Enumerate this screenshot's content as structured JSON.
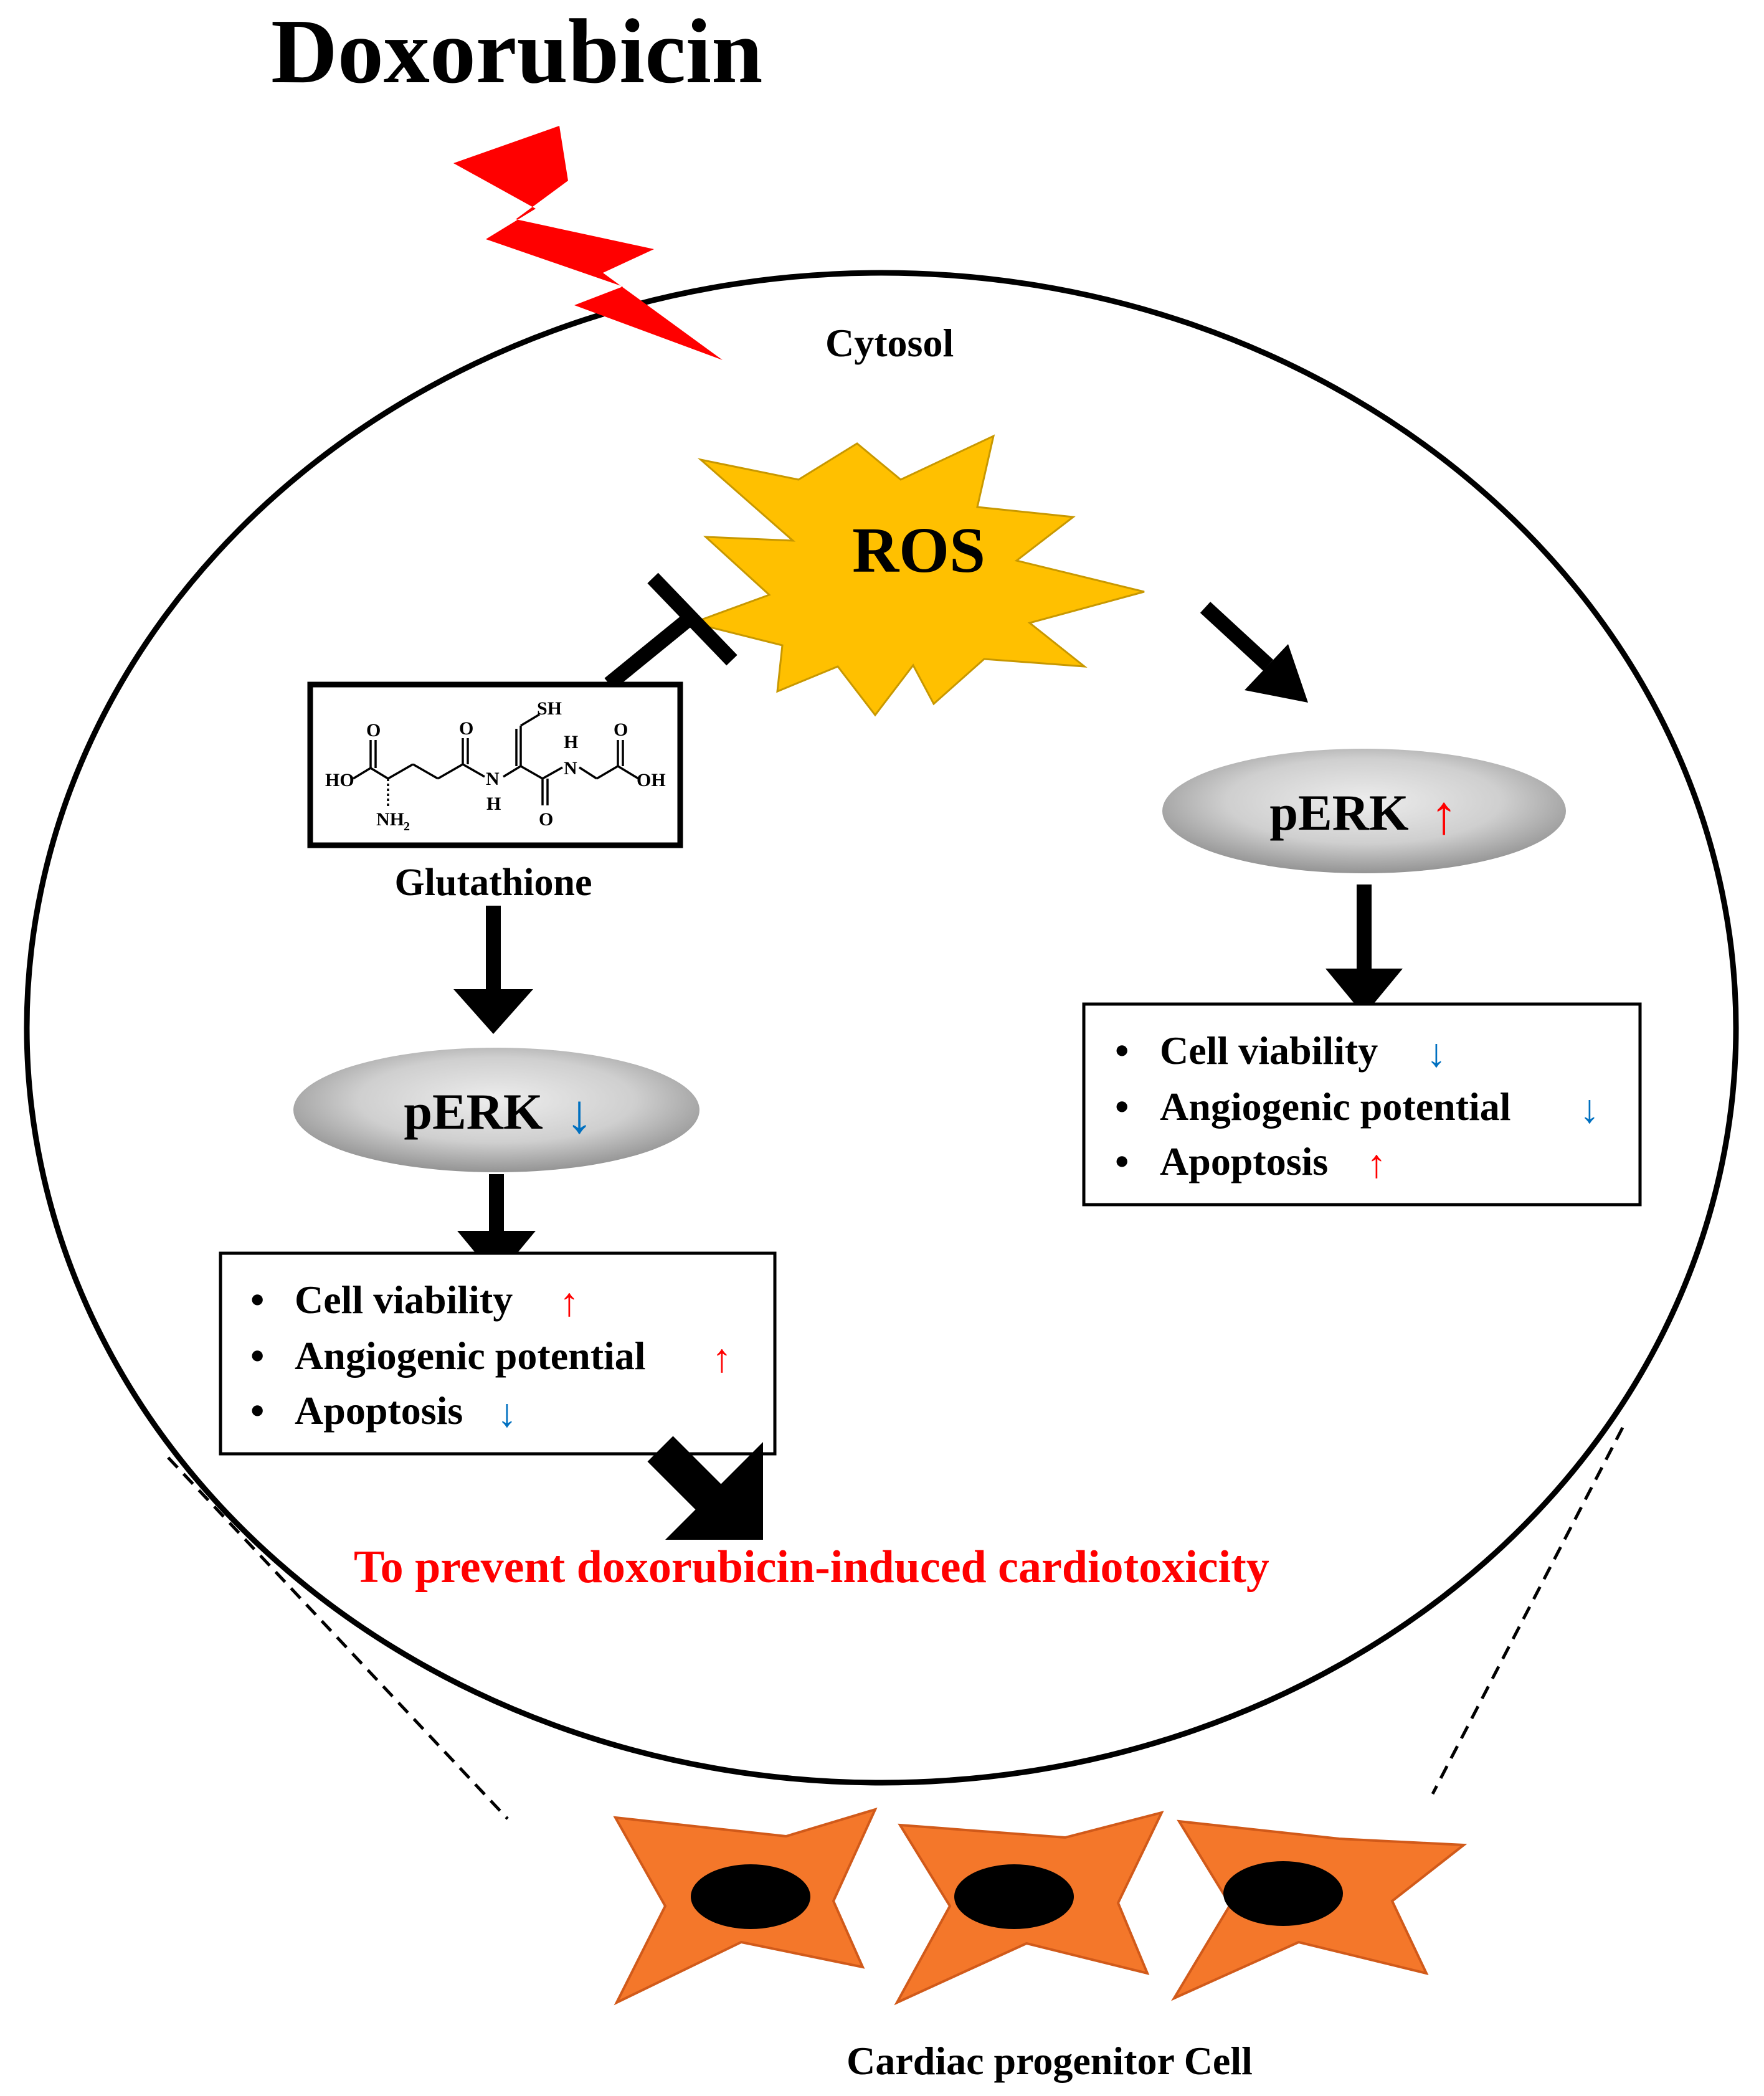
{
  "title": "Doxorubicin",
  "compartment_label": "Cytosol",
  "ros_label": "ROS",
  "glutathione": {
    "label": "Glutathione",
    "structure_atoms": {
      "sh": "SH",
      "ho": "HO",
      "oh": "OH",
      "nh2": "NH",
      "nh2_sub": "2",
      "n": "N",
      "h": "H",
      "o": "O"
    }
  },
  "left_pathway": {
    "perk_label": "pERK",
    "perk_arrow": "↓",
    "items": [
      {
        "label": "Cell viability",
        "arrow": "↑"
      },
      {
        "label": "Angiogenic potential",
        "arrow": "↑"
      },
      {
        "label": "Apoptosis",
        "arrow": "↓"
      }
    ]
  },
  "right_pathway": {
    "perk_label": "pERK",
    "perk_arrow": "↑",
    "items": [
      {
        "label": "Cell viability",
        "arrow": "↓"
      },
      {
        "label": "Angiogenic potential",
        "arrow": "↓"
      },
      {
        "label": "Apoptosis",
        "arrow": "↑"
      }
    ]
  },
  "bullet": "•",
  "conclusion": "To prevent doxorubicin-induced cardiotoxicity",
  "cell_label": "Cardiac progenitor Cell",
  "colors": {
    "up_arrow": "#ff0000",
    "down_arrow": "#0070c0",
    "conclusion": "#ff0000",
    "lightning": "#ff0000",
    "ros_fill": "#ffc000",
    "cell_fill": "#f4772a",
    "cell_stroke": "#d15a1a",
    "nucleus": "#000000",
    "ellipse_light": "#e8e8e8",
    "ellipse_dark": "#8a8a8a"
  }
}
